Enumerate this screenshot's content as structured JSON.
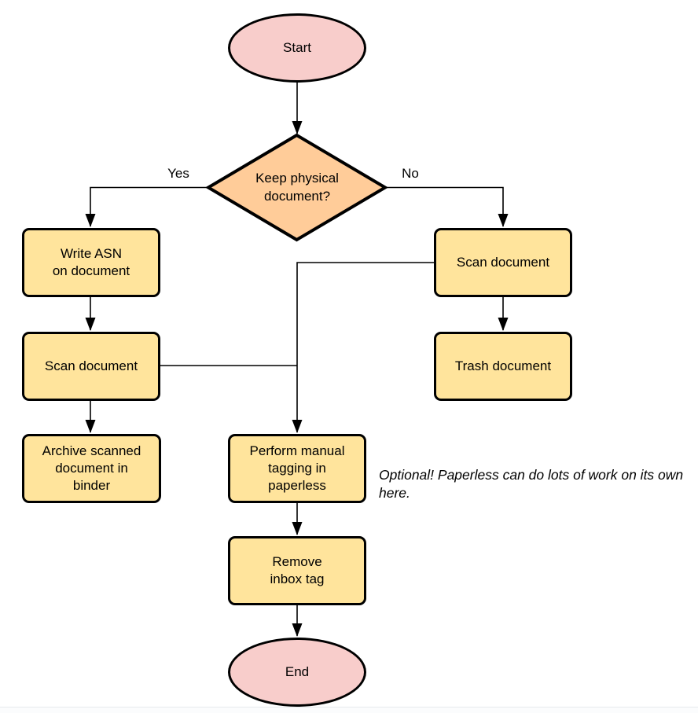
{
  "colors": {
    "terminal": "#F8CDCB",
    "decision": "#FFCC99",
    "process": "#FFE49C",
    "stroke": "#000000"
  },
  "nodes": {
    "start": {
      "label": "Start"
    },
    "decision": {
      "label": "Keep physical\ndocument?"
    },
    "write_asn": {
      "label": "Write ASN\non document"
    },
    "scan_left": {
      "label": "Scan document"
    },
    "archive": {
      "label": "Archive scanned\ndocument in\nbinder"
    },
    "scan_right": {
      "label": "Scan document"
    },
    "trash": {
      "label": "Trash document"
    },
    "tagging": {
      "label": "Perform manual\ntagging in\npaperless"
    },
    "remove_inbox": {
      "label": "Remove\ninbox tag"
    },
    "end": {
      "label": "End"
    }
  },
  "edge_labels": {
    "yes": "Yes",
    "no": "No"
  },
  "note": {
    "text": "Optional! Paperless can do lots of work on its own here."
  }
}
